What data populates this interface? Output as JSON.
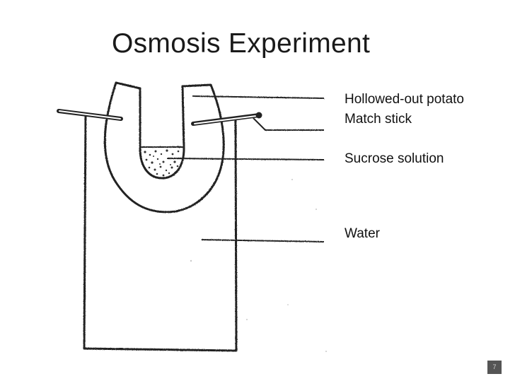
{
  "slide": {
    "title": "Osmosis Experiment",
    "page_number": "7"
  },
  "diagram": {
    "labels": {
      "potato": "Hollowed-out potato",
      "match_stick": "Match stick",
      "sucrose": "Sucrose solution",
      "water": "Water"
    }
  }
}
